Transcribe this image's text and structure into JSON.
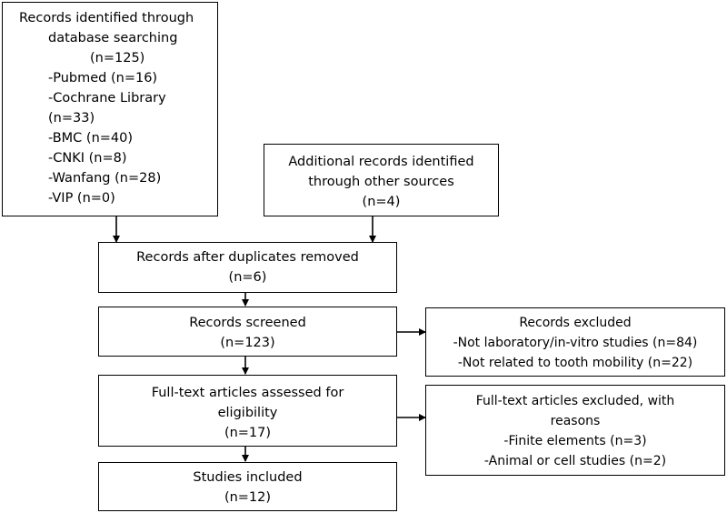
{
  "boxes": {
    "identified": {
      "lines": [
        "Records identified through",
        "database searching",
        "(n=125)",
        "-Pubmed (n=16)",
        "-Cochrane Library",
        "(n=33)",
        "-BMC (n=40)",
        "-CNKI (n=8)",
        "-Wanfang (n=28)",
        "-VIP (n=0)"
      ]
    },
    "additional": {
      "lines": [
        "Additional records identified",
        "through other sources",
        "(n=4)"
      ]
    },
    "duplicates": {
      "lines": [
        "Records after duplicates removed",
        "(n=6)"
      ]
    },
    "screened": {
      "lines": [
        "Records screened",
        "(n=123)"
      ]
    },
    "excluded": {
      "lines": [
        "Records excluded",
        "-Not laboratory/in-vitro studies (n=84)",
        "-Not related to tooth mobility (n=22)"
      ]
    },
    "fulltext": {
      "lines": [
        "Full-text articles assessed for",
        "eligibility",
        "(n=17)"
      ]
    },
    "fulltext_excluded": {
      "lines": [
        "Full-text articles excluded, with",
        "reasons",
        "-Finite elements (n=3)",
        "-Animal or cell studies (n=2)"
      ]
    },
    "included": {
      "lines": [
        "Studies included",
        "(n=12)"
      ]
    }
  }
}
